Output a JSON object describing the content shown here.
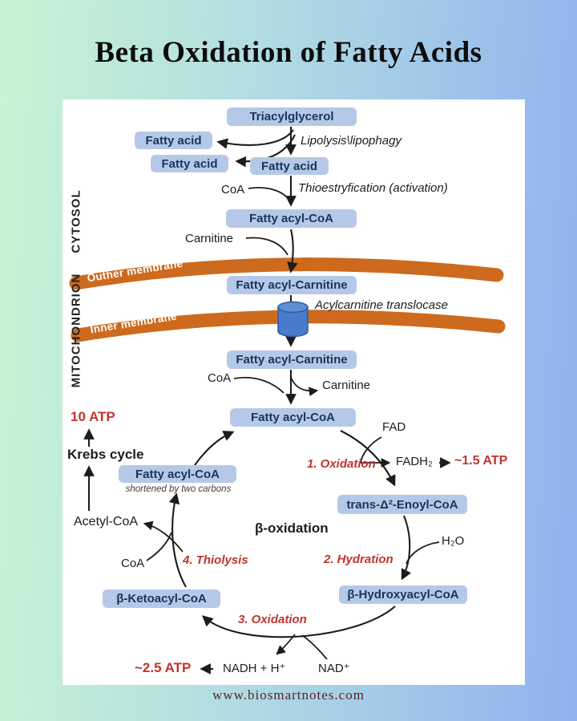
{
  "title": "Beta Oxidation of Fatty Acids",
  "footer": {
    "url": "www.biosmartnotes.com"
  },
  "compartments": {
    "cytosol": "CYTOSOL",
    "mitochondrion": "MITOCHONDRION",
    "outer_membrane": "Outher membrane",
    "inner_membrane": "Inner membrane"
  },
  "boxes": {
    "triacylglycerol": "Triacylglycerol",
    "fatty_acid_1": "Fatty acid",
    "fatty_acid_2": "Fatty acid",
    "fatty_acid_3": "Fatty acid",
    "fatty_acyl_coa_cytosol": "Fatty acyl-CoA",
    "fatty_acyl_carnitine_outer": "Fatty acyl-Carnitine",
    "fatty_acyl_carnitine_matrix": "Fatty acyl-Carnitine",
    "fatty_acyl_coa_cycle": "Fatty acyl-CoA",
    "fatty_acyl_coa_shortened": "Fatty acyl-CoA",
    "trans_enoyl_coa": "trans-Δ²-Enoyl-CoA",
    "beta_hydroxyacyl_coa": "β-Hydroxyacyl-CoA",
    "beta_ketoacyl_coa": "β-Ketoacyl-CoA"
  },
  "steps": {
    "lipolysis": "Lipolysis\\lipophagy",
    "activation": "Thioestryfication (activation)",
    "translocase": "Acylcarnitine translocase",
    "step1": "1. Oxidation",
    "step2": "2. Hydration",
    "step3": "3. Oxidation",
    "step4": "4. Thiolysis"
  },
  "cycle": {
    "center_label": "β-oxidation",
    "shortened_note": "shortened by two carbons"
  },
  "metabolites": {
    "coa_activation": "CoA",
    "carnitine_cytosol": "Carnitine",
    "coa_matrix": "CoA",
    "carnitine_matrix": "Carnitine",
    "fad": "FAD",
    "fadh2": "FADH₂",
    "h2o": "H₂O",
    "nad_plus": "NAD⁺",
    "nadh": "NADH + H⁺",
    "coa_thiolysis": "CoA",
    "acetyl_coa": "Acetyl-CoA"
  },
  "energy": {
    "krebs_cycle": "Krebs cycle",
    "krebs_atp": "10 ATP",
    "fadh2_atp": "~1.5 ATP",
    "nadh_atp": "~2.5 ATP"
  },
  "colors": {
    "background_left": "#c9f4d3",
    "background_right": "#90b1ef",
    "membrane_orange": "#cd6a1d",
    "box_fill": "#b6c8e8",
    "box_text": "#16365c",
    "step_red": "#c13430",
    "transporter_blue": "#4a7bcb",
    "url_maroon": "#5b2622"
  }
}
